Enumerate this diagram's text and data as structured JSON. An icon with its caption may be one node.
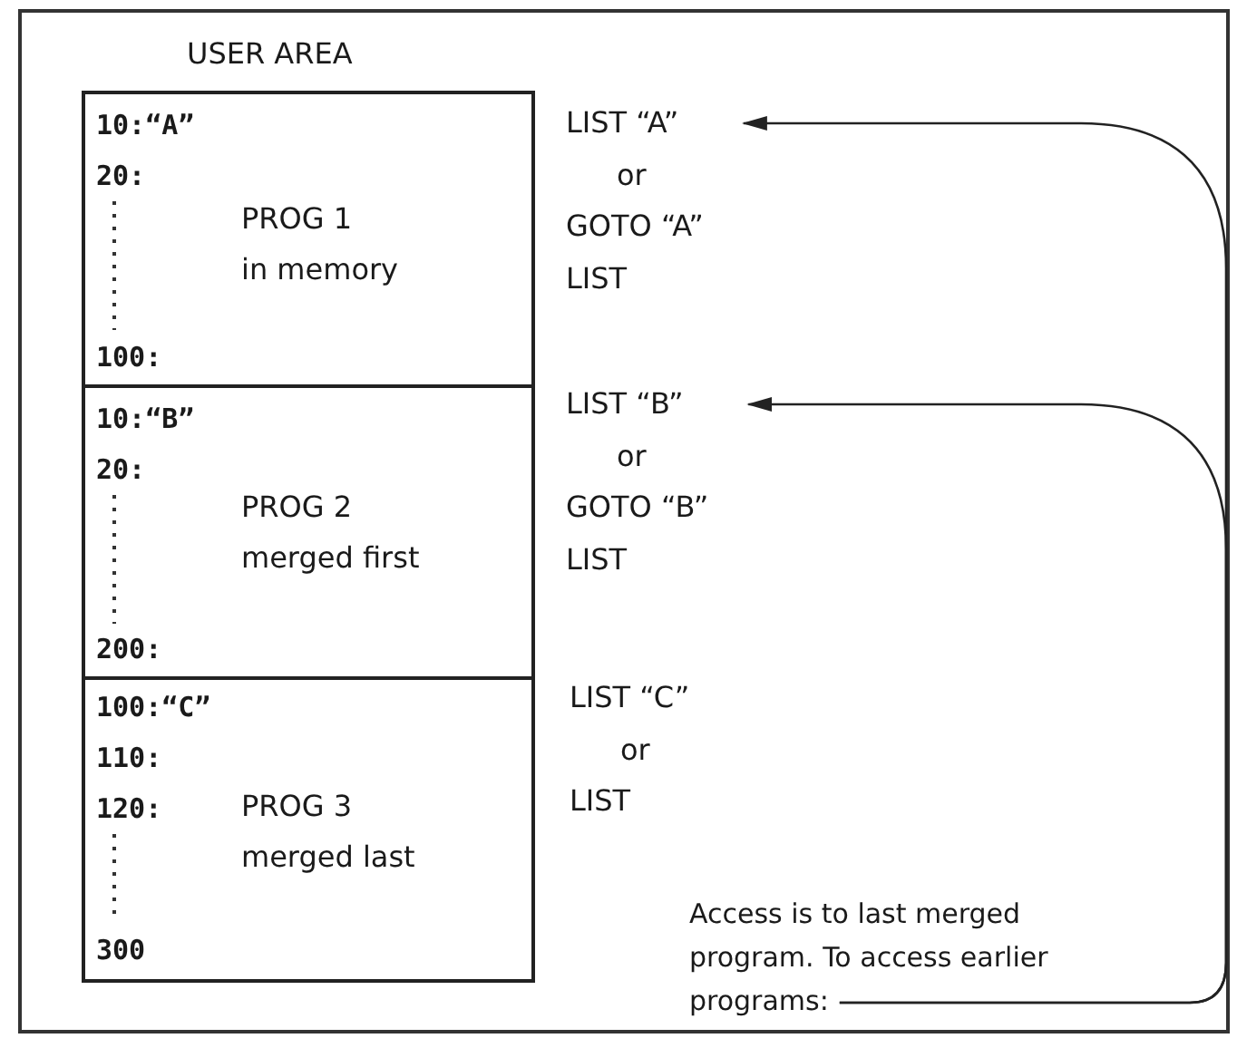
{
  "diagram": {
    "nodes": [
      {
        "text": [
          "USER AREA"
        ]
      },
      {
        "text": [
          "10:“A”",
          "20:",
          "100:",
          "PROG 1 in memory"
        ],
        "in": 0
      },
      {
        "text": [
          "10:“B”",
          "20:",
          "200:",
          "PROG 2 merged first"
        ],
        "in": 0
      },
      {
        "text": [
          "100:“C”",
          "110:",
          "120:",
          "300",
          "PROG 3 merged last"
        ],
        "in": 0
      },
      {
        "text": [
          "LIST “A”",
          "or",
          "GOTO “A”",
          "LIST"
        ]
      },
      {
        "text": [
          "LIST “B”",
          "or",
          "GOTO “B”",
          "LIST"
        ]
      },
      {
        "text": [
          "Access is to last merged program. To access earlier programs:"
        ]
      }
    ],
    "edges": [
      {
        "from": 6,
        "to": 4,
        "arrow": "to"
      },
      {
        "from": 6,
        "to": 5,
        "arrow": "to"
      }
    ],
    "labels": [
      "LIST “C”",
      "or",
      "LIST"
    ]
  }
}
